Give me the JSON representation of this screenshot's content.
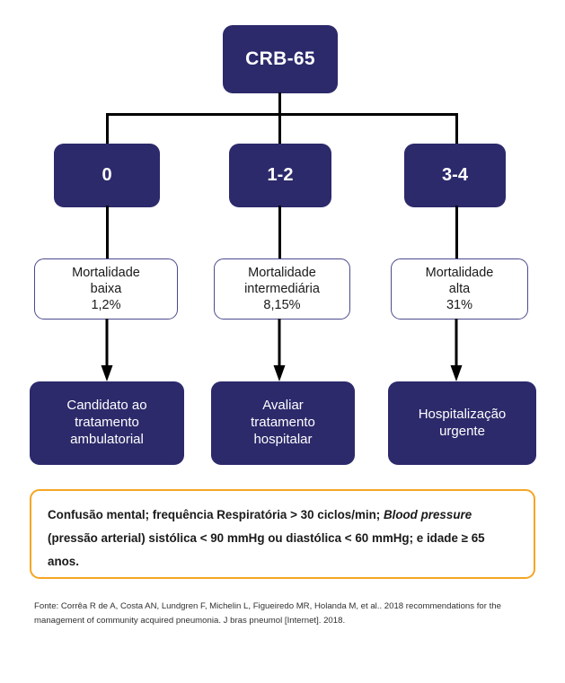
{
  "diagram": {
    "title": "CRB-65",
    "root": {
      "label": "CRB-65"
    },
    "scores": [
      {
        "label": "0"
      },
      {
        "label": "1-2"
      },
      {
        "label": "3-4"
      }
    ],
    "mortality": [
      {
        "line1": "Mortalidade",
        "line2": "baixa",
        "line3": "1,2%"
      },
      {
        "line1": "Mortalidade",
        "line2": "intermediária",
        "line3": "8,15%"
      },
      {
        "line1": "Mortalidade",
        "line2": "alta",
        "line3": "31%"
      }
    ],
    "actions": [
      {
        "line1": "Candidato ao",
        "line2": "tratamento",
        "line3": "ambulatorial"
      },
      {
        "line1": "Avaliar",
        "line2": "tratamento",
        "line3": "hospitalar"
      },
      {
        "line1": "Hospitalização",
        "line2": "urgente",
        "line3": ""
      }
    ],
    "legend": {
      "part1": "Confusão mental; frequência Respiratória > 30 ciclos/min; ",
      "italic1": "Blood pressure",
      "part2": " (pressão arterial) sistólica < 90 mmHg ou diastólica < 60 mmHg; e idade ≥ 65 anos."
    },
    "source": "Fonte: Corrêa R de A, Costa AN, Lundgren F, Michelin L, Figueiredo MR, Holanda M, et al.. 2018 recommendations for the management of community acquired pneumonia. J bras pneumol [Internet]. 2018.",
    "colors": {
      "navy": "#2C2A6B",
      "outline_border": "#4B4A8E",
      "orange": "#F5A623",
      "connector": "#000000",
      "text_on_navy": "#FFFFFF"
    }
  }
}
